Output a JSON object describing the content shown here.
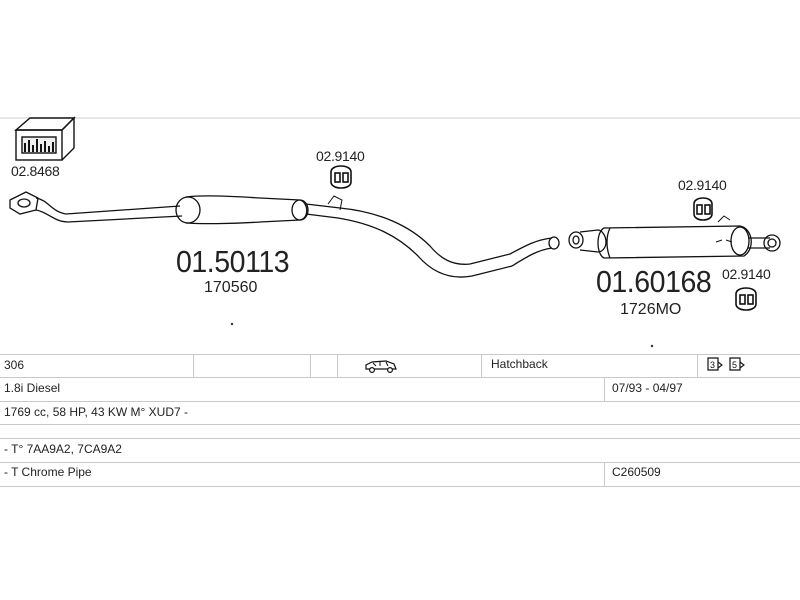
{
  "parts": {
    "box_code": "02.8468",
    "front_pipe_code": "01.50113",
    "front_pipe_ref": "170560",
    "rear_muffler_code": "01.60168",
    "rear_muffler_ref": "1726MO",
    "hanger_a": "02.9140",
    "hanger_b": "02.9140",
    "hanger_c": "02.9140"
  },
  "icons": {
    "box": "parts-box-icon",
    "car": "hatchback-car-icon",
    "door_a": "door-icon",
    "door_b": "door-icon"
  },
  "table": {
    "model": "306",
    "body": "Hatchback",
    "engine": "1.8i Diesel",
    "years": "07/93 - 04/97",
    "spec": "1769 cc, 58 HP, 43 KW M° XUD7 -",
    "types": "- T° 7AA9A2, 7CA9A2",
    "pipe": "- T Chrome Pipe",
    "catalog": "C260509"
  }
}
